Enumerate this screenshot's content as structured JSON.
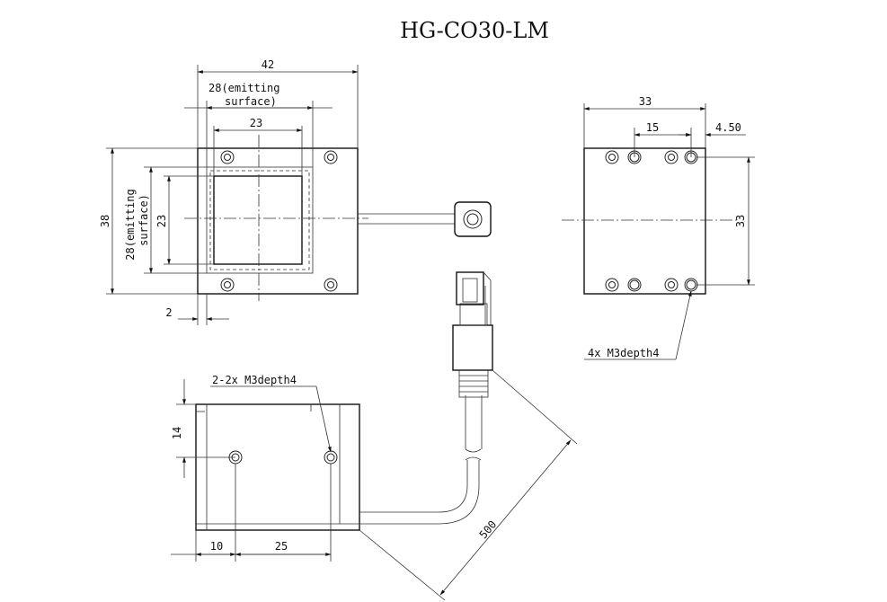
{
  "title": "HG-CO30-LM",
  "front_view": {
    "width": "42",
    "emitting_w_line1": "28(emitting",
    "emitting_w_line2": "surface)",
    "inner_w": "23",
    "height": "38",
    "emitting_h_line1": "28(emitting",
    "emitting_h_line2": "surface)",
    "inner_h": "23",
    "border": "2"
  },
  "side_view": {
    "width": "33",
    "hole_spacing": "15",
    "edge_offset": "4.50",
    "height": "33",
    "hole_note": "4x M3depth4"
  },
  "bottom_view": {
    "hole_note": "2-2x M3depth4",
    "hole_height": "14",
    "offset_1": "10",
    "offset_2": "25",
    "cable_length": "500"
  }
}
